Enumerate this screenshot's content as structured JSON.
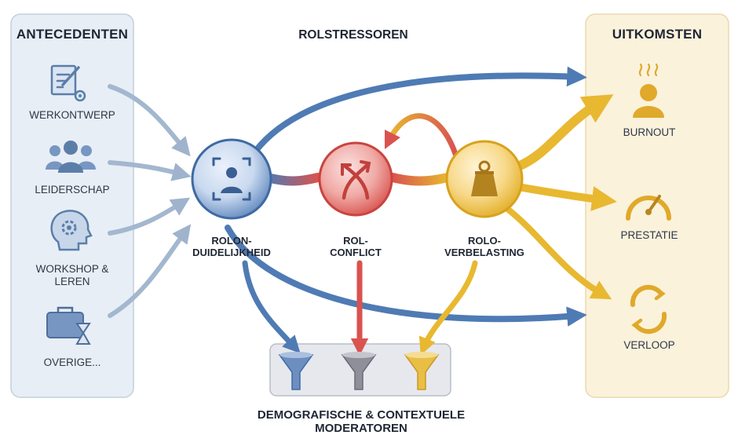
{
  "panels": {
    "antecedents": {
      "title": "ANTECEDENTEN"
    },
    "outcomes": {
      "title": "UITKOMSTEN"
    }
  },
  "stressors_title": "ROLSTRESSOREN",
  "antecedents": [
    {
      "label": "WERKONTWERP",
      "icon": "design-tools-icon"
    },
    {
      "label": "LEIDERSCHAP",
      "icon": "people-group-icon"
    },
    {
      "label": "WORKSHOP &\nLEREN",
      "icon": "head-gear-icon"
    },
    {
      "label": "OVERIGE...",
      "icon": "briefcase-hourglass-icon"
    }
  ],
  "stressors": [
    {
      "label": "ROLON-\nDUIDELIJKHEID",
      "icon": "focus-person-icon",
      "color": "#4f7bb4"
    },
    {
      "label": "ROL-\nCONFLICT",
      "icon": "crossed-arrows-icon",
      "color": "#d9534f"
    },
    {
      "label": "ROLO-\nVERBELASTING",
      "icon": "weight-icon",
      "color": "#e8b830"
    }
  ],
  "outcomes": [
    {
      "label": "BURNOUT",
      "icon": "stressed-person-icon"
    },
    {
      "label": "PRESTATIE",
      "icon": "gauge-icon"
    },
    {
      "label": "VERLOOP",
      "icon": "cycle-arrows-icon"
    }
  ],
  "moderators": {
    "title": "DEMOGRAFISCHE & CONTEXTUELE\nMODERATOREN"
  },
  "colors": {
    "blue": "#4f7bb4",
    "red": "#d9534f",
    "yellow": "#e8b830",
    "panel_left": "#e8eef6",
    "panel_right": "#fbf2dc"
  }
}
